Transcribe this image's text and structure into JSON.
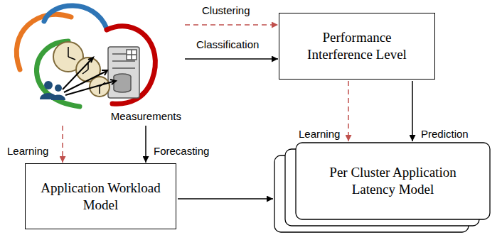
{
  "diagram": {
    "nodes": [
      {
        "text": [
          "Measurements"
        ]
      },
      {
        "text": [
          "Performance Interference Level"
        ]
      },
      {
        "text": [
          "Application Workload Model"
        ]
      },
      {
        "text": [
          "Per Cluster Application Latency Model"
        ]
      }
    ],
    "edges": [
      {
        "from": 0,
        "to": 1,
        "label": "Clustering",
        "arrow": "to"
      },
      {
        "from": 0,
        "to": 1,
        "label": "Classification",
        "arrow": "to"
      },
      {
        "from": 0,
        "to": 2,
        "label": "Learning",
        "arrow": "to"
      },
      {
        "from": 0,
        "to": 2,
        "label": "Forecasting",
        "arrow": "to"
      },
      {
        "from": 1,
        "to": 3,
        "label": "Learning",
        "arrow": "to"
      },
      {
        "from": 1,
        "to": 3,
        "label": "Prediction",
        "arrow": "to"
      },
      {
        "from": 2,
        "to": 3,
        "arrow": "to"
      }
    ]
  }
}
